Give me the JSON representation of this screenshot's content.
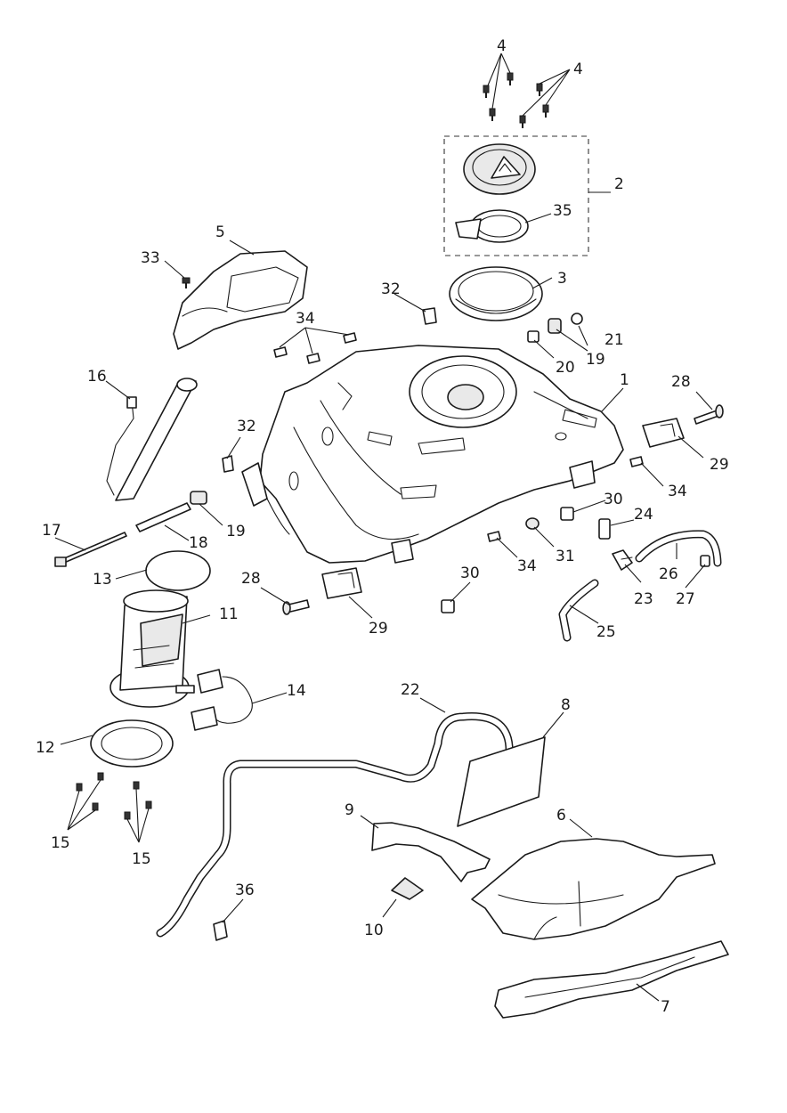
{
  "callouts": {
    "c1": "1",
    "c2": "2",
    "c3": "3",
    "c4a": "4",
    "c4b": "4",
    "c5": "5",
    "c6": "6",
    "c7": "7",
    "c8": "8",
    "c9": "9",
    "c10": "10",
    "c11": "11",
    "c12": "12",
    "c13": "13",
    "c14": "14",
    "c15a": "15",
    "c15b": "15",
    "c16": "16",
    "c17": "17",
    "c18": "18",
    "c19a": "19",
    "c19b": "19",
    "c20": "20",
    "c21": "21",
    "c22": "22",
    "c23": "23",
    "c24": "24",
    "c25": "25",
    "c26": "26",
    "c27": "27",
    "c28a": "28",
    "c28b": "28",
    "c29a": "29",
    "c29b": "29",
    "c30a": "30",
    "c30b": "30",
    "c31": "31",
    "c32a": "32",
    "c32b": "32",
    "c33": "33",
    "c34a": "34",
    "c34b": "34",
    "c34c": "34",
    "c35": "35",
    "c36": "36"
  }
}
